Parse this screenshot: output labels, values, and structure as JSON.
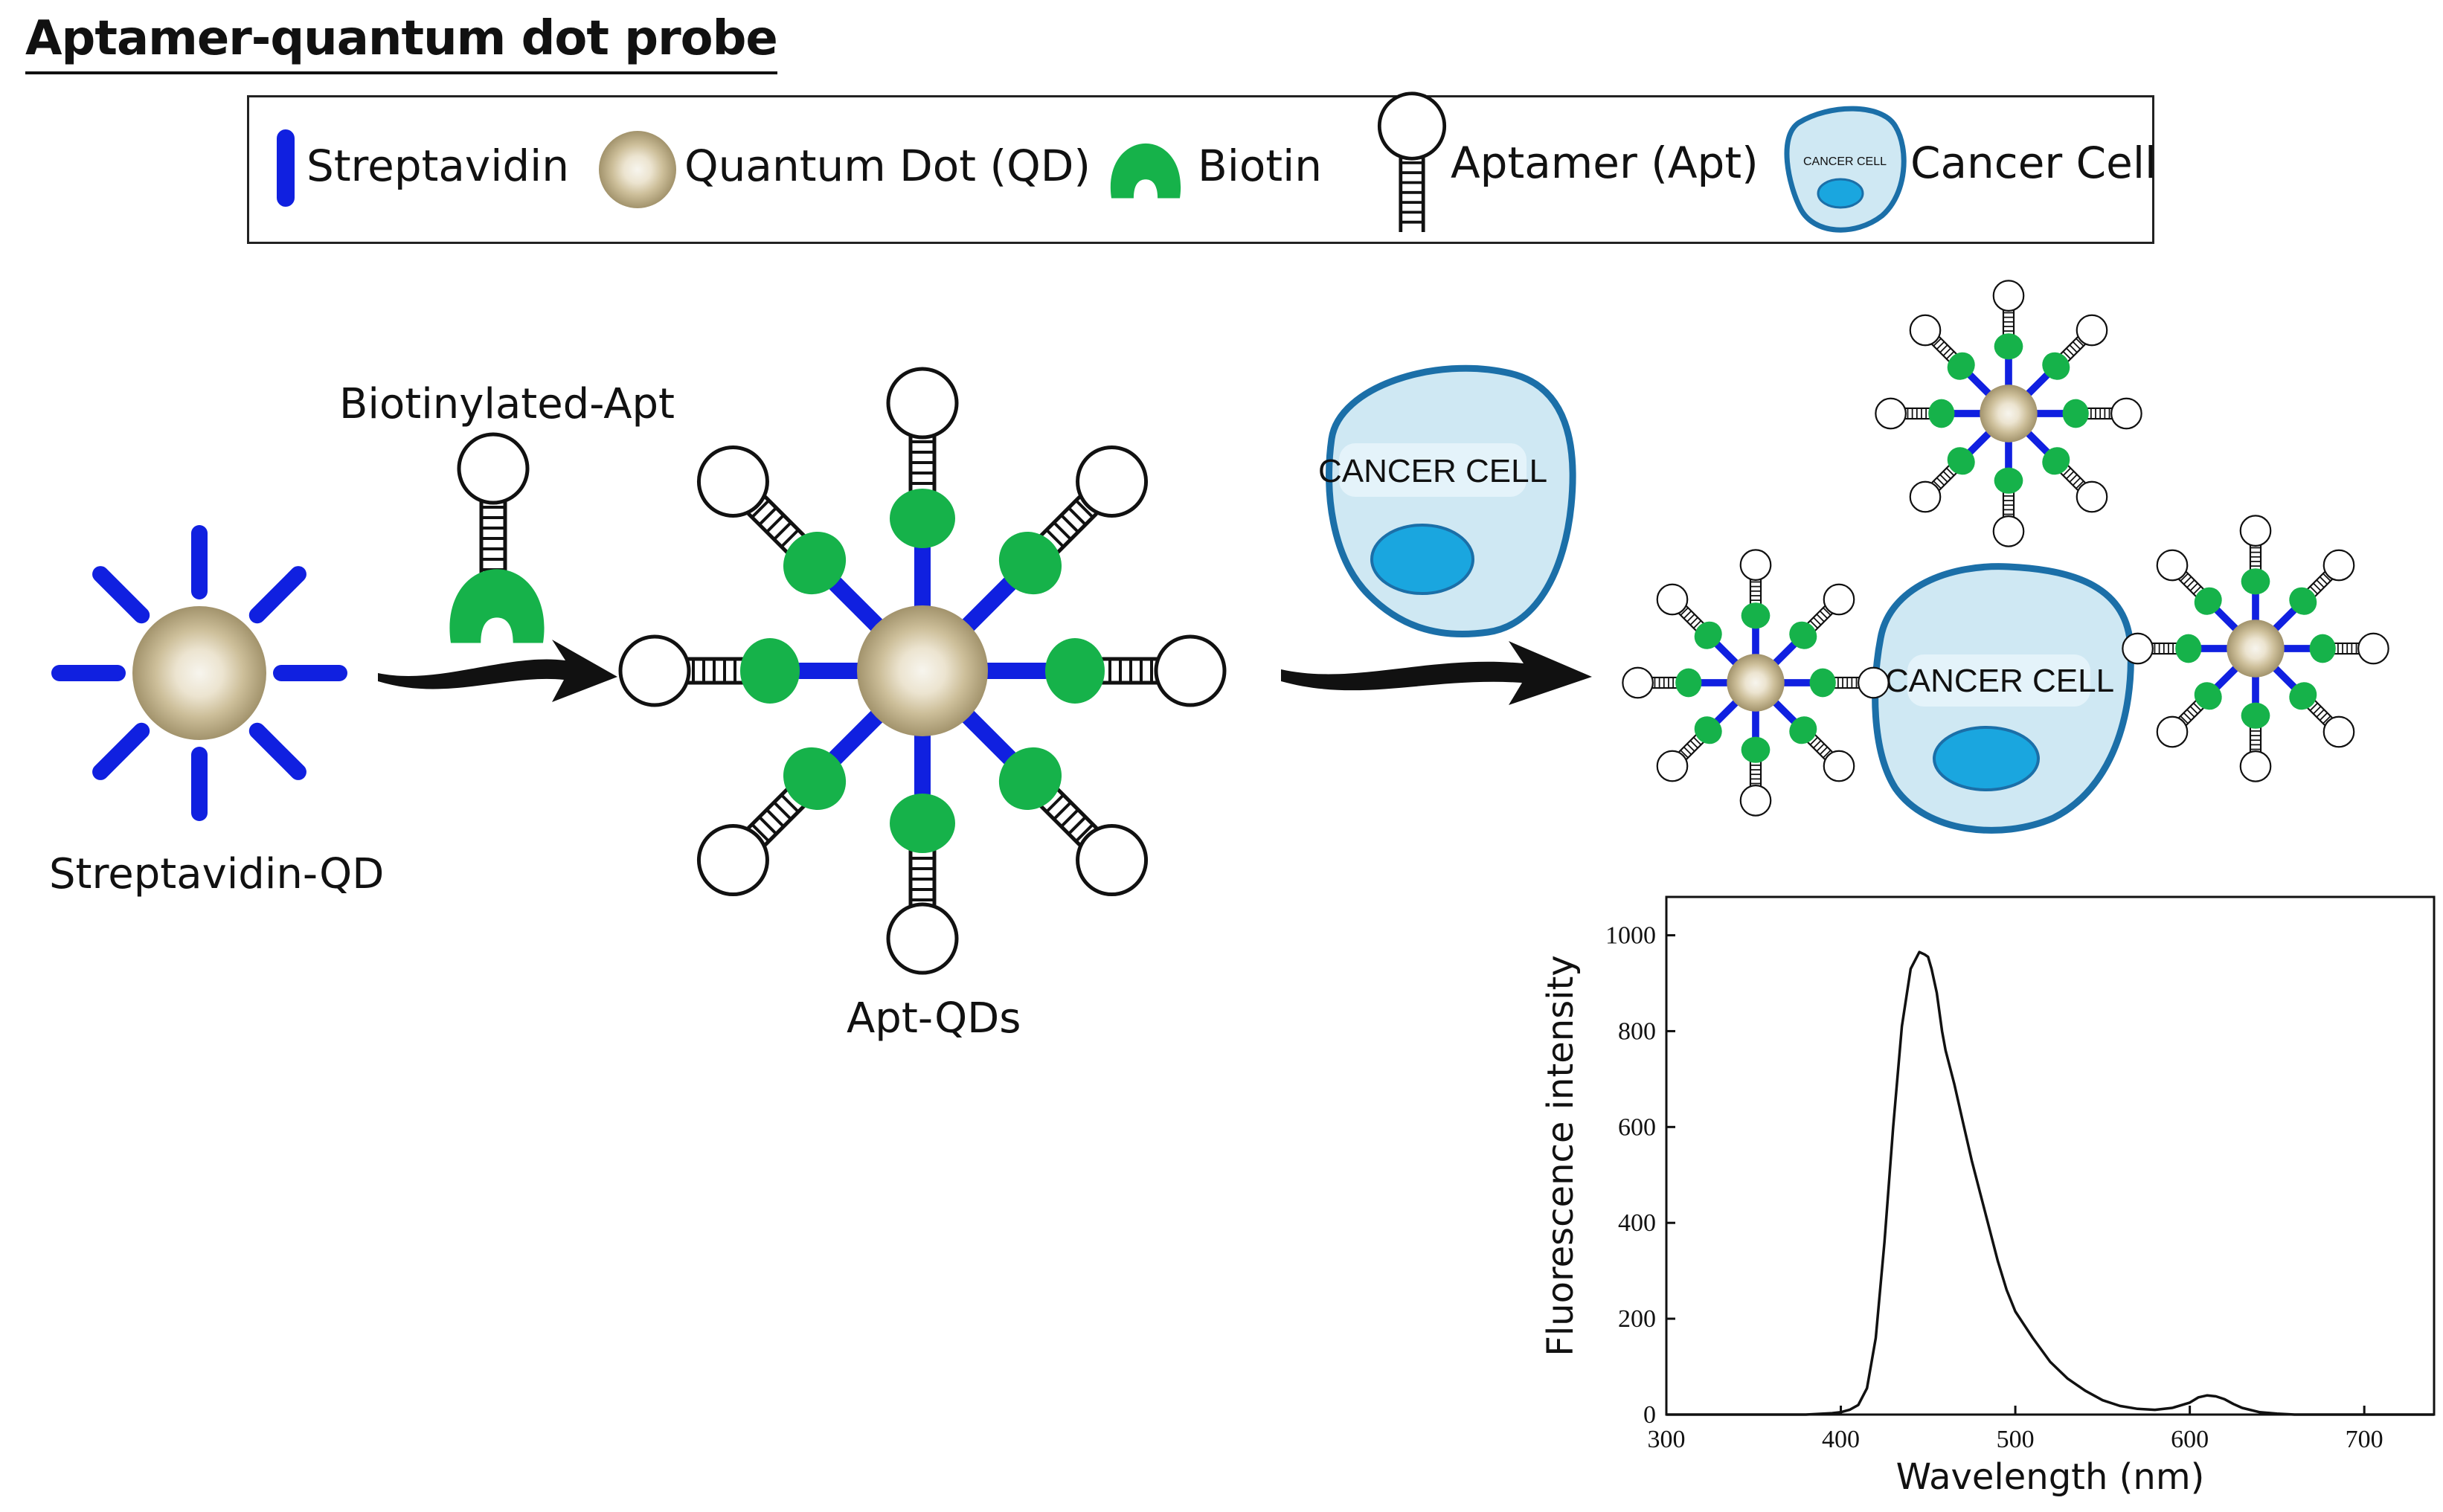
{
  "title": "Aptamer-quantum dot probe",
  "legend": {
    "items": [
      {
        "name": "streptavidin",
        "label": "Streptavidin"
      },
      {
        "name": "quantum-dot",
        "label": "Quantum Dot (QD)"
      },
      {
        "name": "biotin",
        "label": "Biotin"
      },
      {
        "name": "aptamer",
        "label": "Aptamer (Apt)"
      },
      {
        "name": "cancer-cell",
        "label": "Cancer Cell"
      }
    ],
    "mini_cell_label": "CANCER CELL"
  },
  "diagram": {
    "streptavidin_qd_label": "Streptavidin-QD",
    "biotinylated_apt_label": "Biotinylated-Apt",
    "apt_qds_label": "Apt-QDs",
    "cancer_cell_label": "CANCER CELL",
    "bound_cell_label": "CANCER CELL"
  },
  "colors": {
    "streptavidin": "#1020e0",
    "biotin": "#16b24a",
    "qd_outer": "#a89a72",
    "qd_inner": "#f4f1e8",
    "cell_fill": "#cfe8f3",
    "cell_border": "#1b6fa8",
    "nucleus": "#1aa6df"
  },
  "chart_data": {
    "type": "line",
    "xlabel": "Wavelength (nm)",
    "ylabel": "Fluorescence intensity",
    "xlim": [
      300,
      740
    ],
    "ylim": [
      0,
      1080
    ],
    "xticks": [
      300,
      400,
      500,
      600,
      700
    ],
    "yticks": [
      0,
      200,
      400,
      600,
      800,
      1000
    ],
    "grid": false,
    "series": [
      {
        "x": [
          300,
          380,
          390,
          395,
          400,
          405,
          410,
          415,
          420,
          425,
          430,
          435,
          440,
          445,
          448,
          450,
          452,
          455,
          458,
          460,
          465,
          470,
          475,
          480,
          485,
          490,
          495,
          500,
          510,
          520,
          530,
          540,
          550,
          560,
          570,
          580,
          590,
          600,
          605,
          610,
          615,
          620,
          625,
          630,
          640,
          650,
          660,
          680,
          700,
          740
        ],
        "y": [
          0,
          0,
          2,
          3,
          5,
          10,
          20,
          55,
          160,
          360,
          600,
          810,
          930,
          965,
          960,
          955,
          930,
          880,
          800,
          760,
          690,
          610,
          530,
          460,
          390,
          320,
          260,
          215,
          160,
          110,
          75,
          50,
          30,
          18,
          12,
          10,
          14,
          25,
          36,
          40,
          38,
          32,
          22,
          14,
          5,
          2,
          0,
          0,
          0,
          0
        ]
      }
    ]
  }
}
